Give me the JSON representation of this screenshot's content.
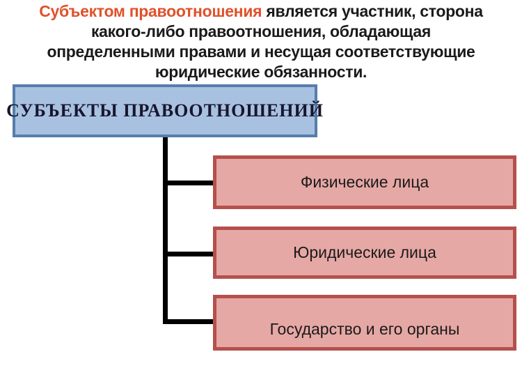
{
  "colors": {
    "background": "#ffffff",
    "intro_highlight": "#e0512a",
    "intro_text": "#1a1a1a",
    "root_fill": "#a9c1e1",
    "root_border": "#567dad",
    "root_text": "#16162e",
    "child_fill": "#e6a8a5",
    "child_border": "#b5504d",
    "child_text": "#1a1a1a",
    "connector": "#000000"
  },
  "intro": {
    "line1_highlight": "Субъектом правоотношения",
    "line1_rest": " является участник, сторона",
    "line2": "какого-либо правоотношения, обладающая",
    "line3": "определенными правами и несущая соответствующие",
    "line4": "юридические обязанности."
  },
  "diagram": {
    "root": {
      "label": "СУБЪЕКТЫ ПРАВООТНОШЕНИЙ"
    },
    "children": [
      {
        "label": "Физические лица"
      },
      {
        "label": "Юридические лица"
      },
      {
        "label": "Государство и его органы"
      }
    ]
  }
}
